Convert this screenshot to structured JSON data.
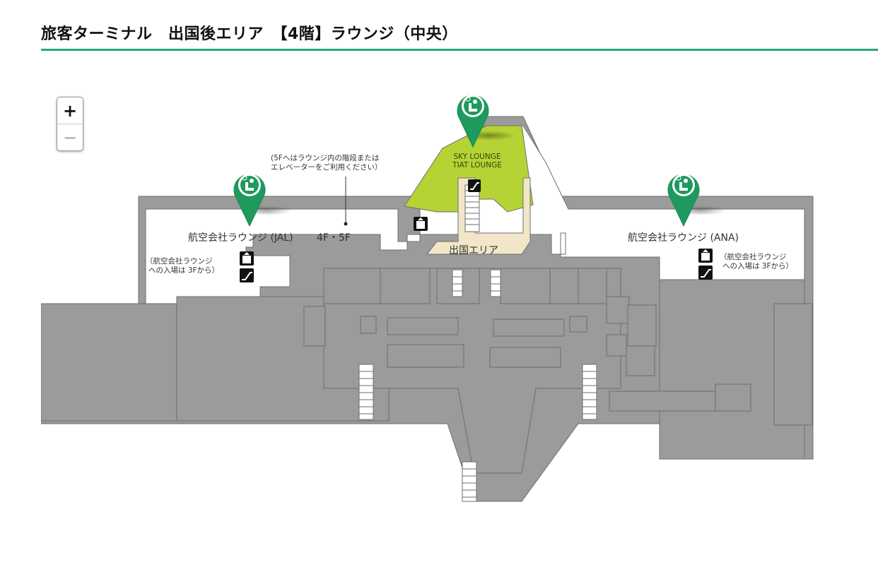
{
  "page": {
    "title": "旅客ターミナル　出国後エリア　【4階】ラウンジ（中央）",
    "accent_color": "#2aa876"
  },
  "zoom": {
    "in_label": "+",
    "out_label": "−"
  },
  "map": {
    "labels": {
      "jal_lounge": "航空会社ラウンジ (JAL)",
      "floors": "4F・5F",
      "note_5f_line1": "(5Fへはラウンジ内の階段または",
      "note_5f_line2": "エレベーターをご利用ください）",
      "sky_lounge": "SKY LOUNGE",
      "tiat_lounge": "TIAT LOUNGE",
      "departure_area": "出国エリア",
      "ana_lounge": "航空会社ラウンジ (ANA)",
      "jal_note_line1": "（航空会社ラウンジ",
      "jal_note_line2": "への入場は 3Fから）",
      "ana_note_line1": "（航空会社ラウンジ",
      "ana_note_line2": "への入場は 3Fから）"
    },
    "colors": {
      "building": "#9b9b9b",
      "building_outline": "#6e6e6e",
      "lounge_highlight": "#b5d334",
      "walkway": "#f2e6c8",
      "pin": "#1f9a5f"
    },
    "pins": [
      {
        "name": "lounge-pin-jal",
        "icon": "lounge-seat-icon"
      },
      {
        "name": "lounge-pin-tiat",
        "icon": "lounge-seat-icon"
      },
      {
        "name": "lounge-pin-ana",
        "icon": "lounge-seat-icon"
      }
    ],
    "facility_icons": [
      "elevator-icon",
      "escalator-icon"
    ]
  }
}
